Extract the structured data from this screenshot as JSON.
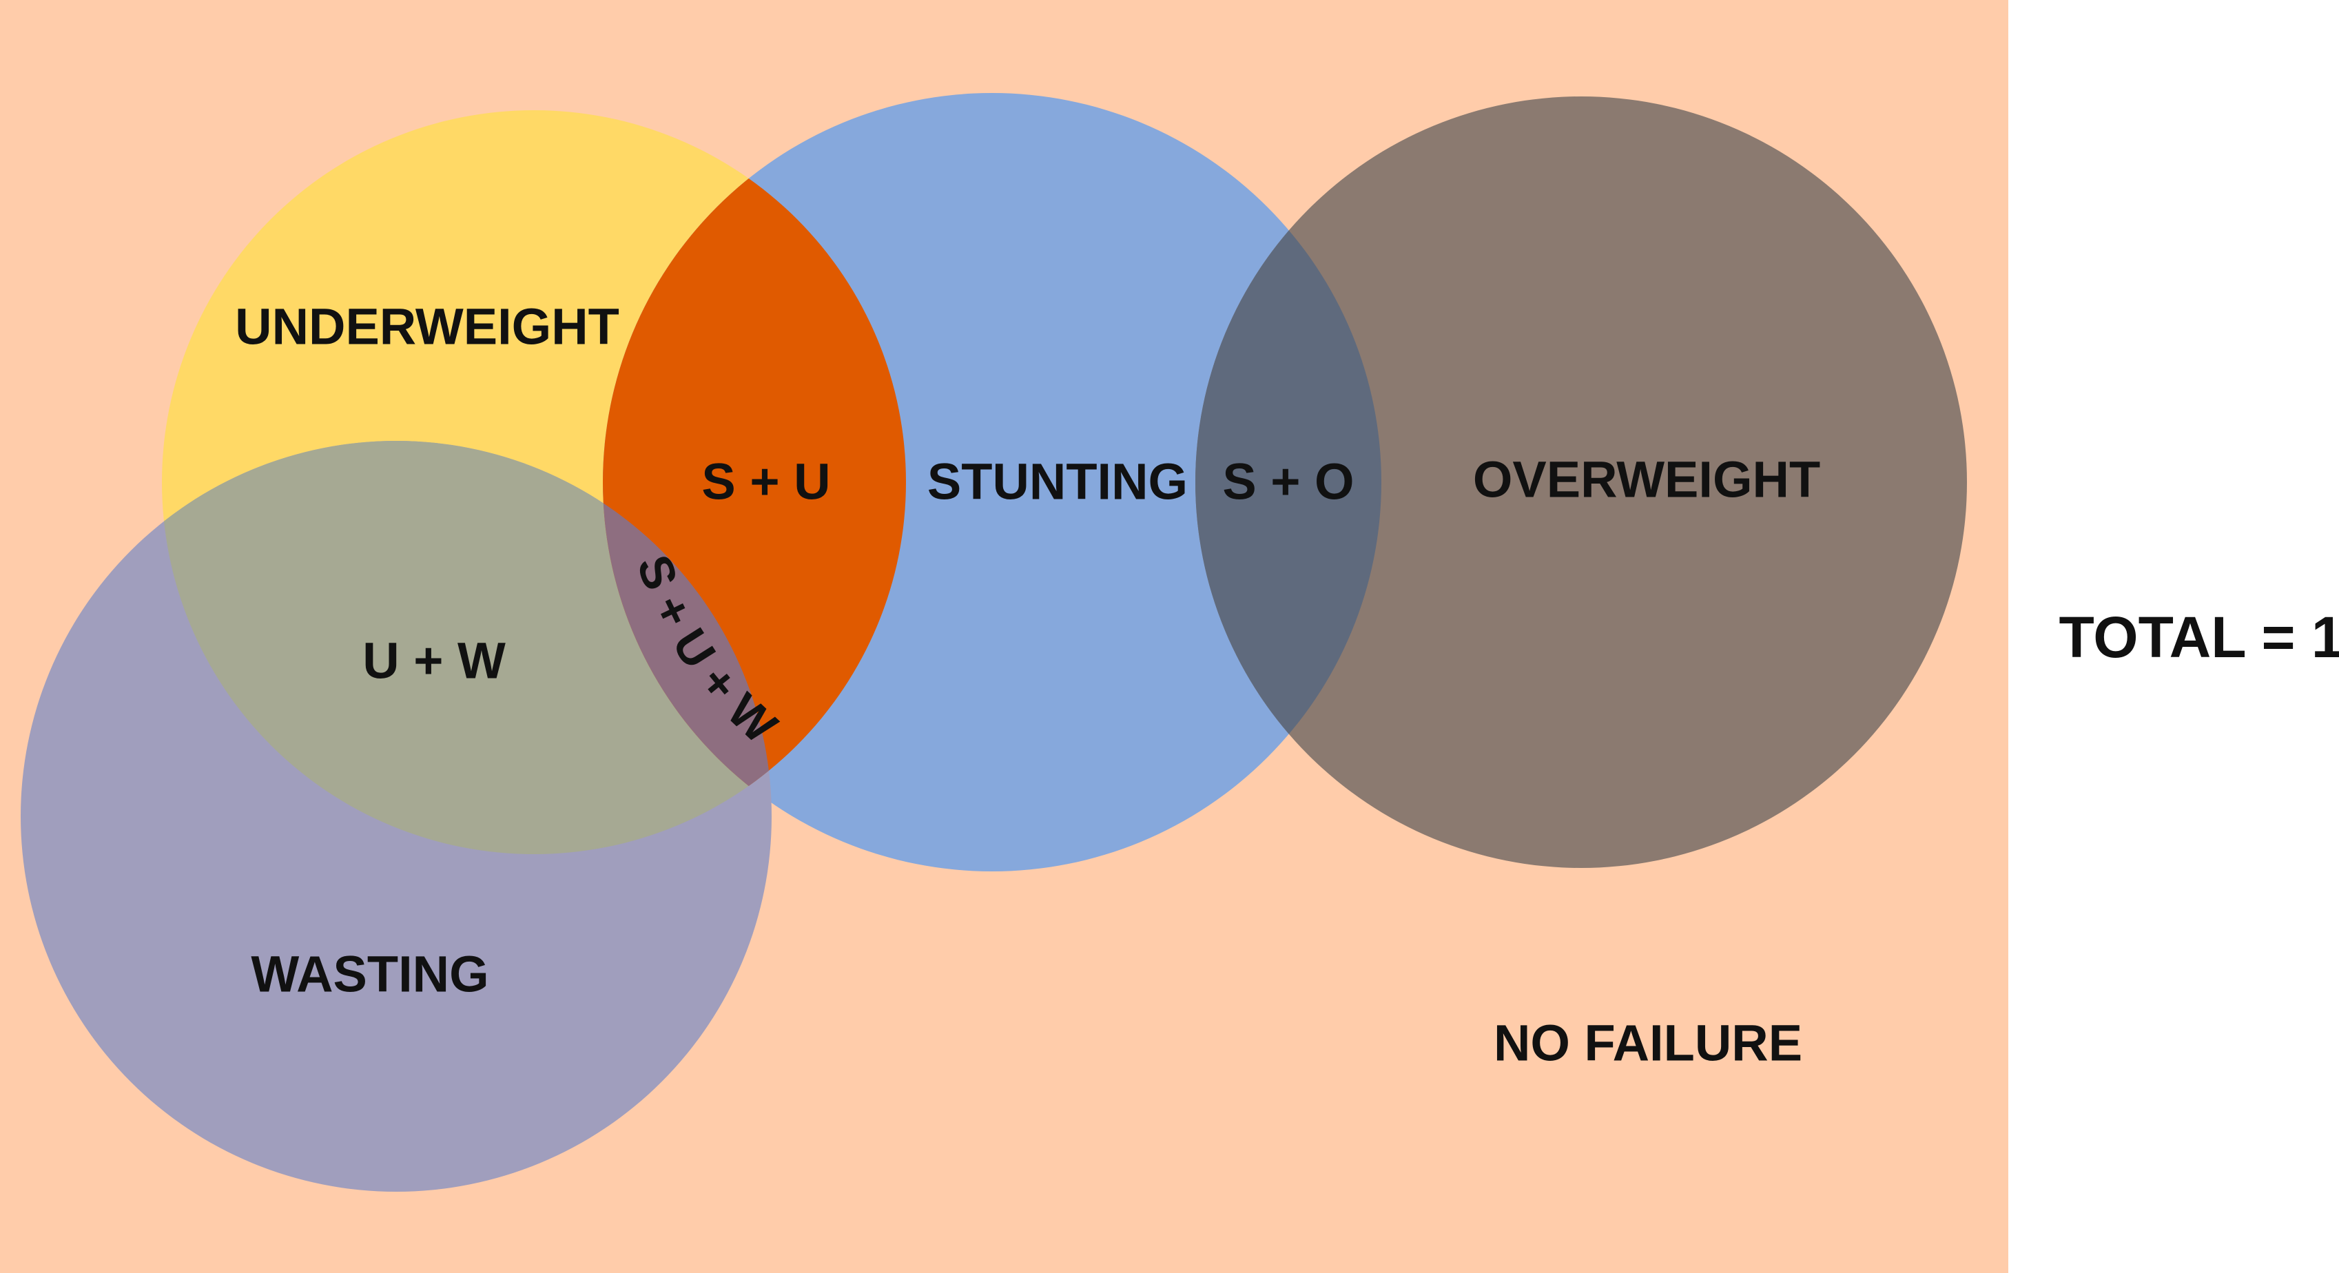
{
  "colors": {
    "background_panel": "#FFCCAA",
    "page": "#FFFFFF",
    "underweight": "#FFD966",
    "stunting": "#86A8DC",
    "overweight": "#8B7A70",
    "wasting": "#A09EBD",
    "s_plus_u": "#E05A00",
    "u_plus_w": "#A6A993",
    "s_plus_u_plus_w": "#8E6E80",
    "s_plus_o": "#5F6A7D",
    "text": "#111111"
  },
  "sets": {
    "underweight": "UNDERWEIGHT",
    "stunting": "STUNTING",
    "overweight": "OVERWEIGHT",
    "wasting": "WASTING"
  },
  "intersections": {
    "s_plus_u": "S + U",
    "u_plus_w": "U + W",
    "s_plus_u_plus_w": "S + U + W",
    "s_plus_o": "S + O"
  },
  "outside": {
    "no_failure": "NO FAILURE"
  },
  "total_label": "TOTAL = 1"
}
